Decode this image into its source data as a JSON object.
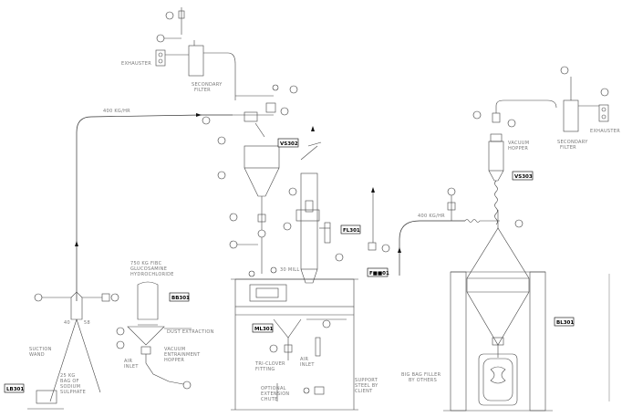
{
  "tags": {
    "vs302": "VS302",
    "vs303": "VS303",
    "fl301": "FL301",
    "f301": "F■■01",
    "bb301": "BB301",
    "ml301": "ML301",
    "bl301": "BL301",
    "lb301": "LB301"
  },
  "labels": {
    "exhauster_left": "EXHAUSTER",
    "secondary_filter_left_1": "SECONDARY",
    "secondary_filter_left_2": "FILTER",
    "flow_left": "400 KG/HR",
    "flow_right": "400 KG/HR",
    "exhauster_right": "EXHAUSTER",
    "secondary_filter_right_1": "SECONDARY",
    "secondary_filter_right_2": "FILTER",
    "vacuum_hopper_1": "VACUUM",
    "vacuum_hopper_2": "HOPPER",
    "bag_1": "750 KG FIBC",
    "bag_2": "GLUCOSAMINE",
    "bag_3": "HYDROCHLORIDE",
    "dust_extraction": "DUST EXTRACTION",
    "vac_hopper_1": "VACUUM",
    "vac_hopper_2": "ENTRAINMENT",
    "vac_hopper_3": "HOPPER",
    "air_inlet_1a": "AIR",
    "air_inlet_1b": "INLET",
    "suction_1": "SUCTION",
    "suction_2": "WAND",
    "sodium_1": "25 KG",
    "sodium_2": "BAG OF",
    "sodium_3": "SODIUM",
    "sodium_4": "SULPHATE",
    "split_left": "40",
    "split_right": "58",
    "mill_note": "30 MILL",
    "tri_clover_1": "TRI-CLOVER",
    "tri_clover_2": "FITTING",
    "air_inlet_2a": "AIR",
    "air_inlet_2b": "INLET",
    "optional_1": "OPTIONAL",
    "optional_2": "EXTENSION",
    "optional_3": "CHUTE",
    "support_1": "SUPPORT",
    "support_2": "STEEL BY",
    "support_3": "CLIENT",
    "bigbag_1": "BIG BAG FILLER",
    "bigbag_2": "BY OTHERS"
  }
}
